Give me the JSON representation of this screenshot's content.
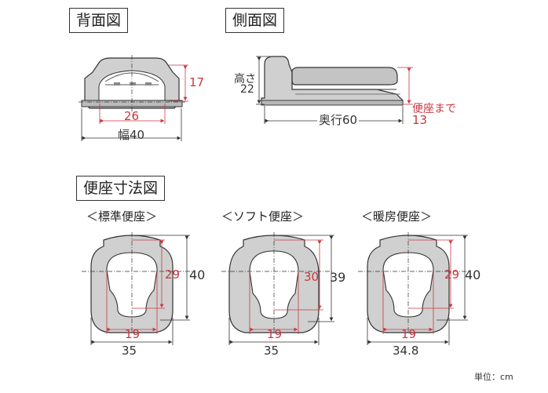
{
  "sections": {
    "back_view": "背面図",
    "side_view": "側面図",
    "seat_dims": "便座寸法図"
  },
  "back": {
    "height_dim": "17",
    "inner_width_dim": "26",
    "width_dim": "幅40"
  },
  "side": {
    "height_label_1": "高さ",
    "height_label_2": "22",
    "depth_dim": "奥行60",
    "to_seat_label": "便座まで",
    "to_seat_value": "13"
  },
  "seats": [
    {
      "title": "＜標準便座＞",
      "hole_len": "29",
      "outer_len": "40",
      "hole_w": "19",
      "outer_w": "35"
    },
    {
      "title": "＜ソフト便座＞",
      "hole_len": "30",
      "outer_len": "39",
      "hole_w": "19",
      "outer_w": "35"
    },
    {
      "title": "＜暖房便座＞",
      "hole_len": "29",
      "outer_len": "40",
      "hole_w": "19",
      "outer_w": "34.8"
    }
  ],
  "unit": "単位：cm",
  "colors": {
    "dimension_red": "#c8383f",
    "body_gray": "#c8c8c8",
    "line": "#333333"
  }
}
